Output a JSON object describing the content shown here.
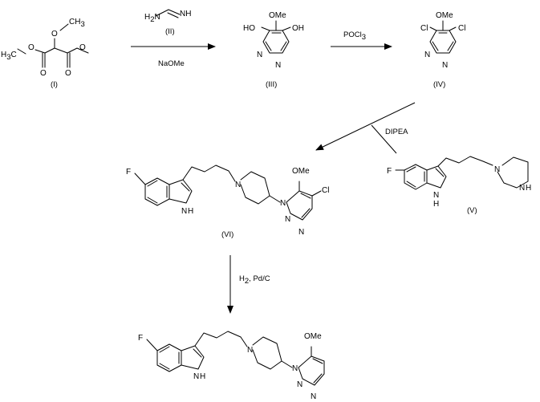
{
  "compounds": {
    "I": {
      "label": "(I)",
      "atoms": {
        "ome": "O",
        "ch3": "CH",
        "o1": "O",
        "o2": "O",
        "o3": "O",
        "o4": "O",
        "h3c": "H",
        "h3c_num": "3",
        "h3c_c": "C",
        "ch3_num": "3"
      }
    },
    "II": {
      "label": "(II)",
      "atoms": {
        "h2n_h": "H",
        "h2n_num": "2",
        "h2n_n": "N",
        "nh": "NH"
      }
    },
    "III": {
      "label": "(III)",
      "atoms": {
        "ome": "OMe",
        "ho": "HO",
        "oh": "OH",
        "n1": "N",
        "n2": "N"
      }
    },
    "IV": {
      "label": "(IV)",
      "atoms": {
        "ome": "OMe",
        "cl1": "Cl",
        "cl2": "Cl",
        "n1": "N",
        "n2": "N"
      }
    },
    "V": {
      "label": "(V)",
      "atoms": {
        "f": "F",
        "nh_n": "N",
        "nh_h": "H",
        "n_pip": "N",
        "n_h": "N",
        "h_pip": "H"
      }
    },
    "VI": {
      "label": "(VI)",
      "atoms": {
        "f": "F",
        "nh_n": "N",
        "nh_h": "H",
        "n1": "N",
        "n2": "N",
        "ome": "OMe",
        "cl": "Cl",
        "na": "N",
        "nb": "N"
      }
    },
    "final": {
      "atoms": {
        "f": "F",
        "nh_n": "N",
        "nh_h": "H",
        "n1": "N",
        "n2": "N",
        "ome": "OMe",
        "na": "N",
        "nb": "N"
      }
    }
  },
  "reagents": {
    "step1_below": "NaOMe",
    "step2_above": "POCl",
    "step2_sub": "3",
    "step3": "DIPEA",
    "step4_h": "H",
    "step4_sub": "2",
    "step4_rest": ", Pd/C"
  }
}
